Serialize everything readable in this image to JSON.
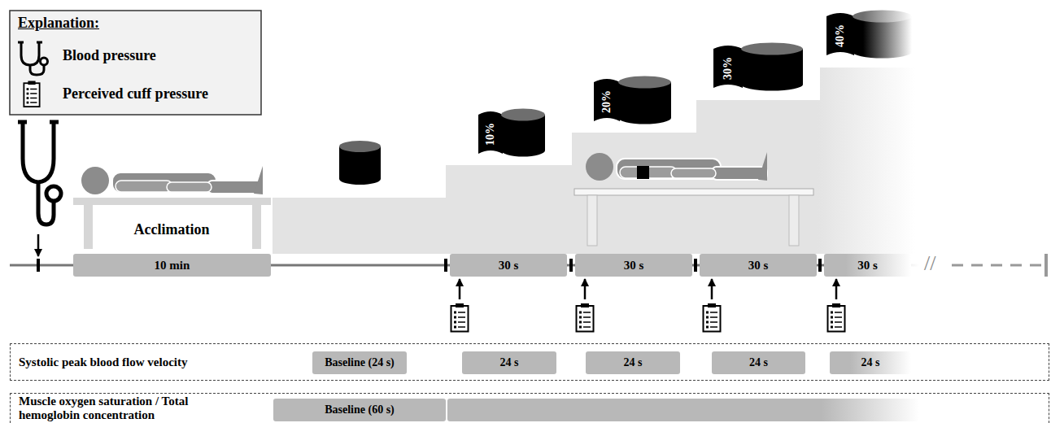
{
  "diagram": {
    "nodes": [
      {
        "text": [
          "10%"
        ]
      },
      {
        "text": [
          "20%"
        ]
      },
      {
        "text": [
          "30%"
        ]
      },
      {
        "text": [
          "40%"
        ]
      },
      {
        "text": [
          "10 min"
        ]
      },
      {
        "text": [
          "30 s"
        ]
      },
      {
        "text": [
          "30 s"
        ]
      },
      {
        "text": [
          "30 s"
        ]
      },
      {
        "text": [
          "30 s"
        ]
      },
      {
        "text": [
          "Systolic peak blood flow velocity"
        ]
      },
      {
        "text": [
          "Baseline (24 s)"
        ],
        "in": 9
      },
      {
        "text": [
          "24 s"
        ],
        "in": 9
      },
      {
        "text": [
          "24 s"
        ],
        "in": 9
      },
      {
        "text": [
          "24 s"
        ],
        "in": 9
      },
      {
        "text": [
          "24 s"
        ],
        "in": 9
      },
      {
        "text": [
          "Muscle oxygen saturation / Total hemoglobin concentration"
        ]
      },
      {
        "text": [
          "Baseline (60 s)"
        ],
        "in": 15
      }
    ],
    "labels": [
      "Explanation:",
      "Acclimation",
      "//"
    ],
    "legend": [
      {
        "text": "Blood pressure"
      },
      {
        "text": "Perceived cuff pressure"
      }
    ]
  }
}
